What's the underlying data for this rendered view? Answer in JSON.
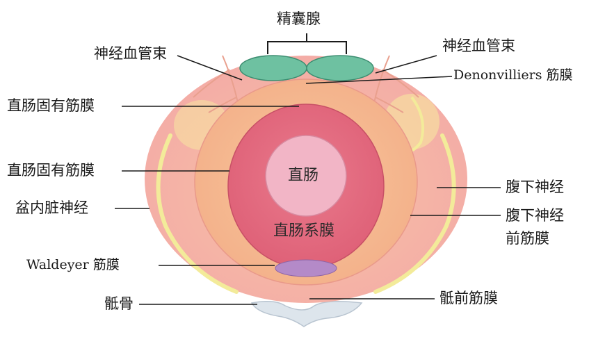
{
  "labels": {
    "seminal_vesicle": "精囊腺",
    "nvb_left": "神经血管束",
    "nvb_right": "神经血管束",
    "denonvilliers": "Denonvilliers 筋膜",
    "mesorectal_fascia_1": "直肠固有筋膜",
    "mesorectal_fascia_2": "直肠固有筋膜",
    "pelvic_splanchnic": "盆内脏神经",
    "waldeyer": "Waldeyer 筋膜",
    "sacrum": "骶骨",
    "hypogastric_nerve": "腹下神经",
    "prehypogastric_fascia_line1": "腹下神经",
    "prehypogastric_fascia_line2": "前筋膜",
    "presacral_fascia": "骶前筋膜",
    "rectum": "直肠",
    "mesorectum": "直肠系膜"
  },
  "colors": {
    "outer_fascia": "#f6b8a9",
    "mesorectal_zone": "#f5b991",
    "mesorectum": "#e36f82",
    "rectum": "#f2b5c6",
    "seminal_vesicle": "#6ec1a1",
    "waldeyer": "#b48ac8",
    "nerve": "#f3eb9a",
    "sacrum": "#dde5ec"
  }
}
